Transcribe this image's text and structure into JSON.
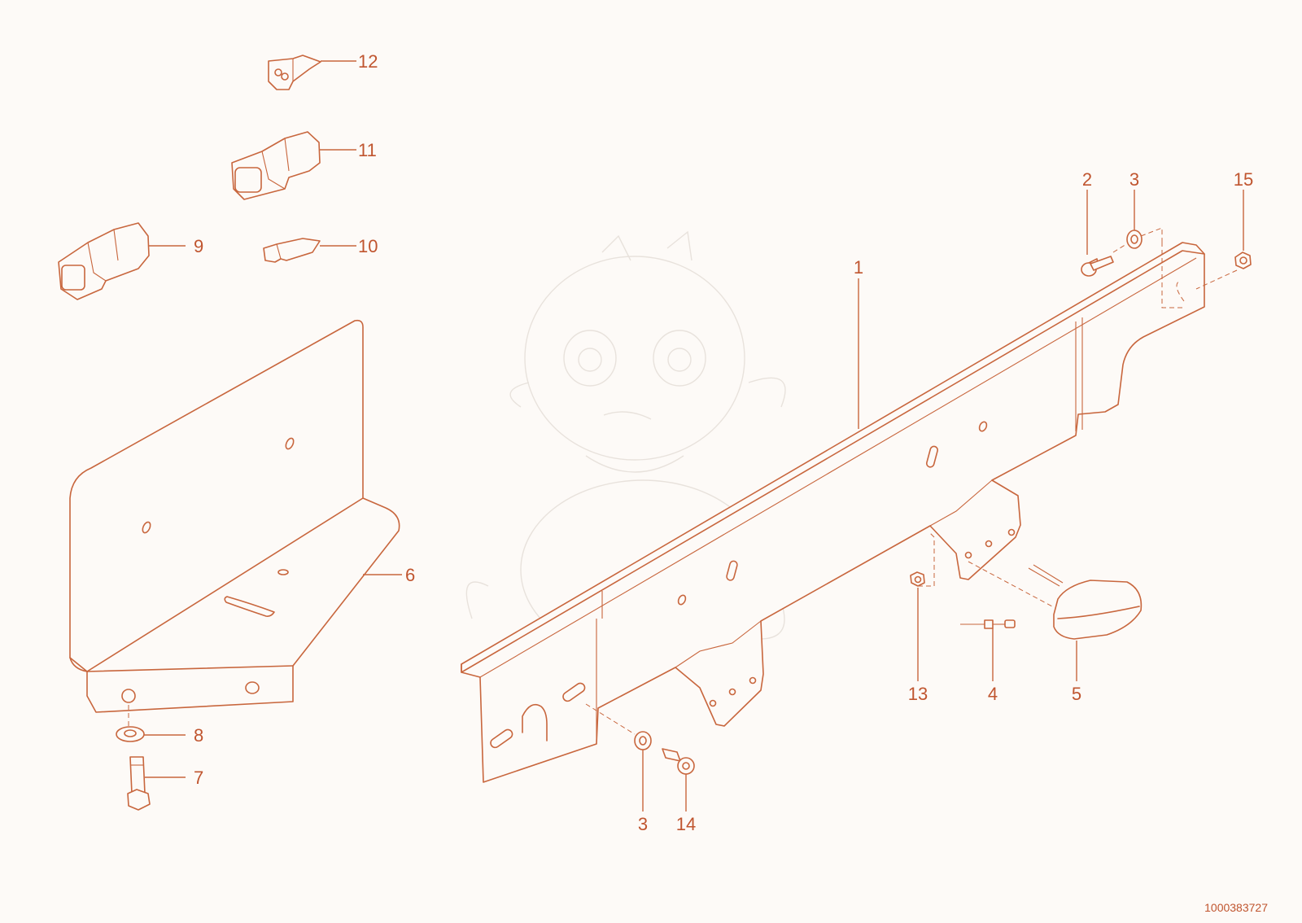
{
  "colors": {
    "line": "#c8663d",
    "text": "#c0552f",
    "background": "#fdfaf7",
    "watermark": "#e8e2dc"
  },
  "callouts": [
    {
      "id": "c1",
      "label": "1"
    },
    {
      "id": "c2",
      "label": "2"
    },
    {
      "id": "c3a",
      "label": "3"
    },
    {
      "id": "c15",
      "label": "15"
    },
    {
      "id": "c12",
      "label": "12"
    },
    {
      "id": "c11",
      "label": "11"
    },
    {
      "id": "c9",
      "label": "9"
    },
    {
      "id": "c10",
      "label": "10"
    },
    {
      "id": "c6",
      "label": "6"
    },
    {
      "id": "c8",
      "label": "8"
    },
    {
      "id": "c7",
      "label": "7"
    },
    {
      "id": "c3b",
      "label": "3"
    },
    {
      "id": "c14",
      "label": "14"
    },
    {
      "id": "c13",
      "label": "13"
    },
    {
      "id": "c4",
      "label": "4"
    },
    {
      "id": "c5",
      "label": "5"
    }
  ],
  "reference_number": "1000383727"
}
